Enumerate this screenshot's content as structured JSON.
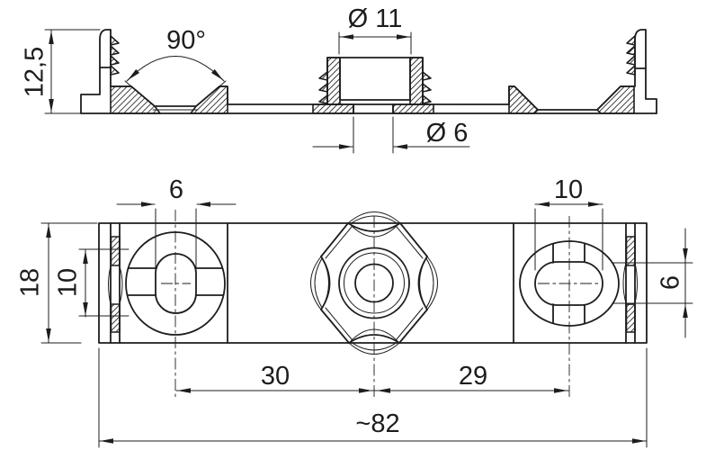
{
  "drawing": {
    "background": "#ffffff",
    "line_color": "#1d1d1d",
    "section_view": {
      "dim_height": "12,5",
      "dim_countersink_angle": "90°",
      "dim_boss_diameter": "Ø 11",
      "dim_hole_diameter": "Ø 6"
    },
    "plan_view": {
      "dim_left_slot_width": "6",
      "dim_right_slot_width": "10",
      "dim_plate_height": "18",
      "dim_left_slot_length": "10",
      "dim_right_slot_height": "6",
      "dim_left_center_distance": "30",
      "dim_right_center_distance": "29",
      "dim_overall_width": "~82"
    }
  }
}
